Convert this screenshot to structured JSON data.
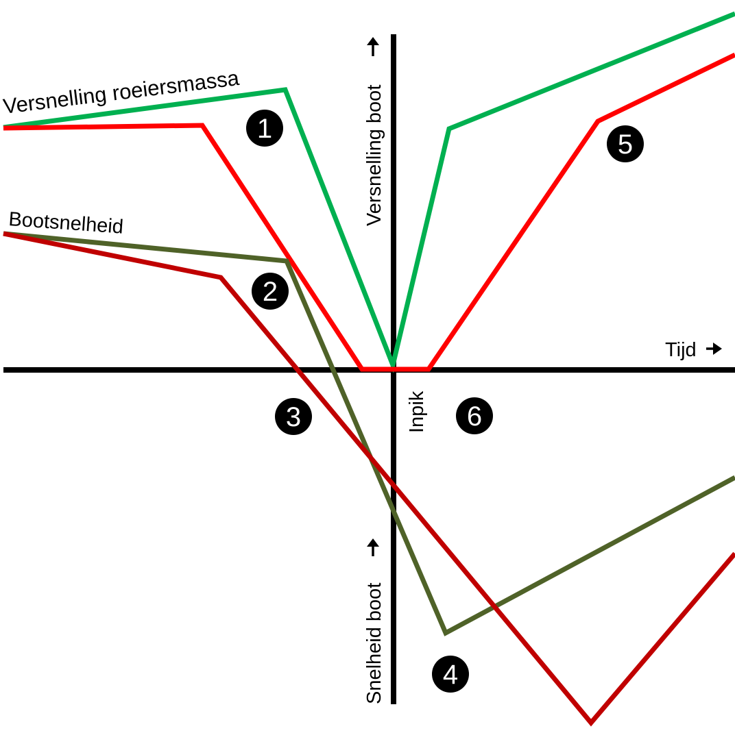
{
  "labels": {
    "rower_mass_acceleration": "Versnelling roeiersmassa",
    "boat_speed": "Bootsnelheid",
    "boat_acceleration_axis": "Versnelling boot",
    "boat_speed_axis": "Snelheid boot",
    "time_axis": "Tijd",
    "catch": "Inpik"
  },
  "markers": [
    "1",
    "2",
    "3",
    "4",
    "5",
    "6"
  ],
  "colors": {
    "axis": "#000000",
    "light_green": "#00b050",
    "bright_red": "#ff0000",
    "olive_green": "#4f6228",
    "dark_red": "#c00000",
    "badge": "#000000"
  },
  "icons": {
    "arrow": "up-arrow-icon / right-arrow-icon"
  }
}
